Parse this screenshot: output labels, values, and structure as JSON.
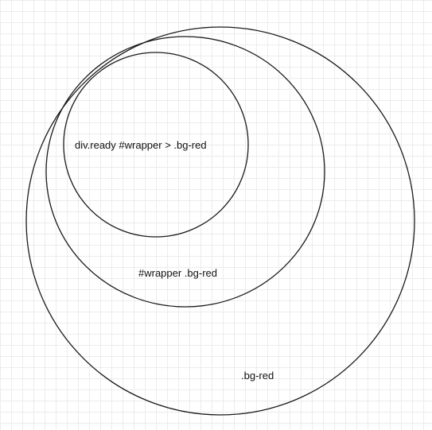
{
  "diagram": {
    "sets": [
      {
        "id": "outer",
        "label": ".bg-red"
      },
      {
        "id": "middle",
        "label": "#wrapper .bg-red"
      },
      {
        "id": "inner",
        "label": "div.ready #wrapper > .bg-red"
      }
    ],
    "colors": {
      "stroke": "#1a1a1a",
      "background": "#ffffff",
      "grid": "#ececec"
    }
  }
}
